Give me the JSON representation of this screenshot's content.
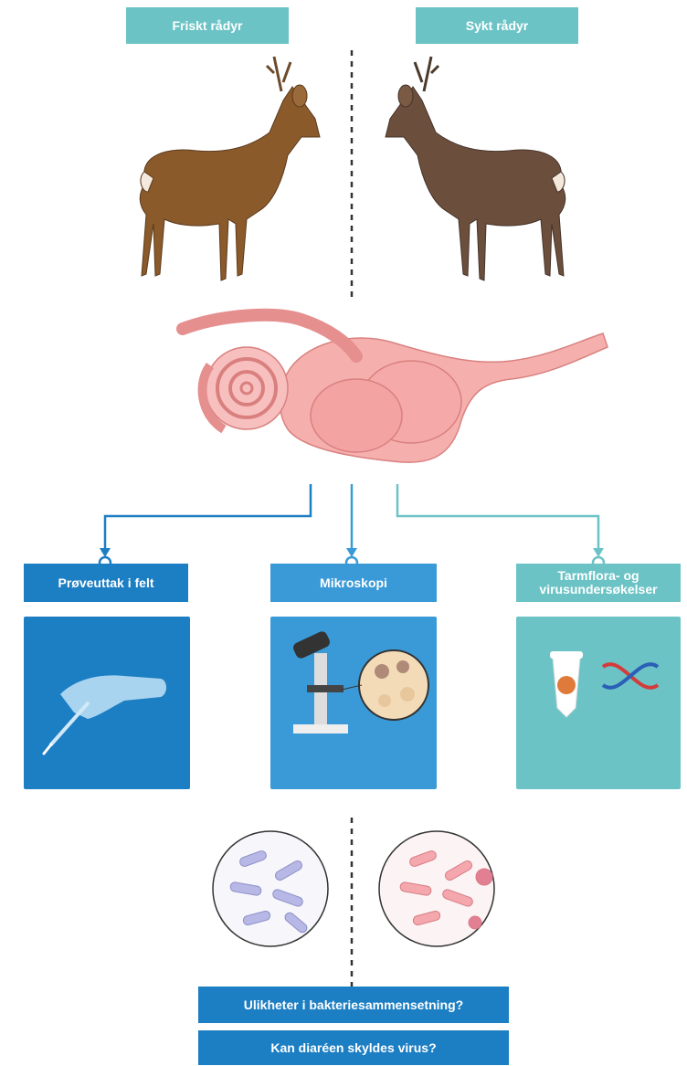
{
  "header": {
    "healthy_label": "Friskt rådyr",
    "sick_label": "Sykt rådyr"
  },
  "methods": [
    {
      "label": "Prøveuttak i felt"
    },
    {
      "label": "Mikroskopi"
    },
    {
      "label_line1": "Tarmflora- og",
      "label_line2": "virusundersøkelser"
    }
  ],
  "questions": [
    "Ulikheter i bakteriesammensetning?",
    "Kan diaréen skyldes virus?"
  ],
  "colors": {
    "teal": "#6cc3c5",
    "blue": "#1c7ec3",
    "mid_blue": "#3a9ad7",
    "deer_healthy": "#8b5a2b",
    "deer_sick": "#6b4f3c",
    "intestine": "#f3a8a8"
  },
  "icons": [
    "deer-healthy-icon",
    "deer-sick-icon",
    "intestine-icon",
    "scalpel-hand-icon",
    "microscope-icon",
    "tube-dna-icon",
    "bacteria-healthy-icon",
    "bacteria-sick-icon"
  ]
}
